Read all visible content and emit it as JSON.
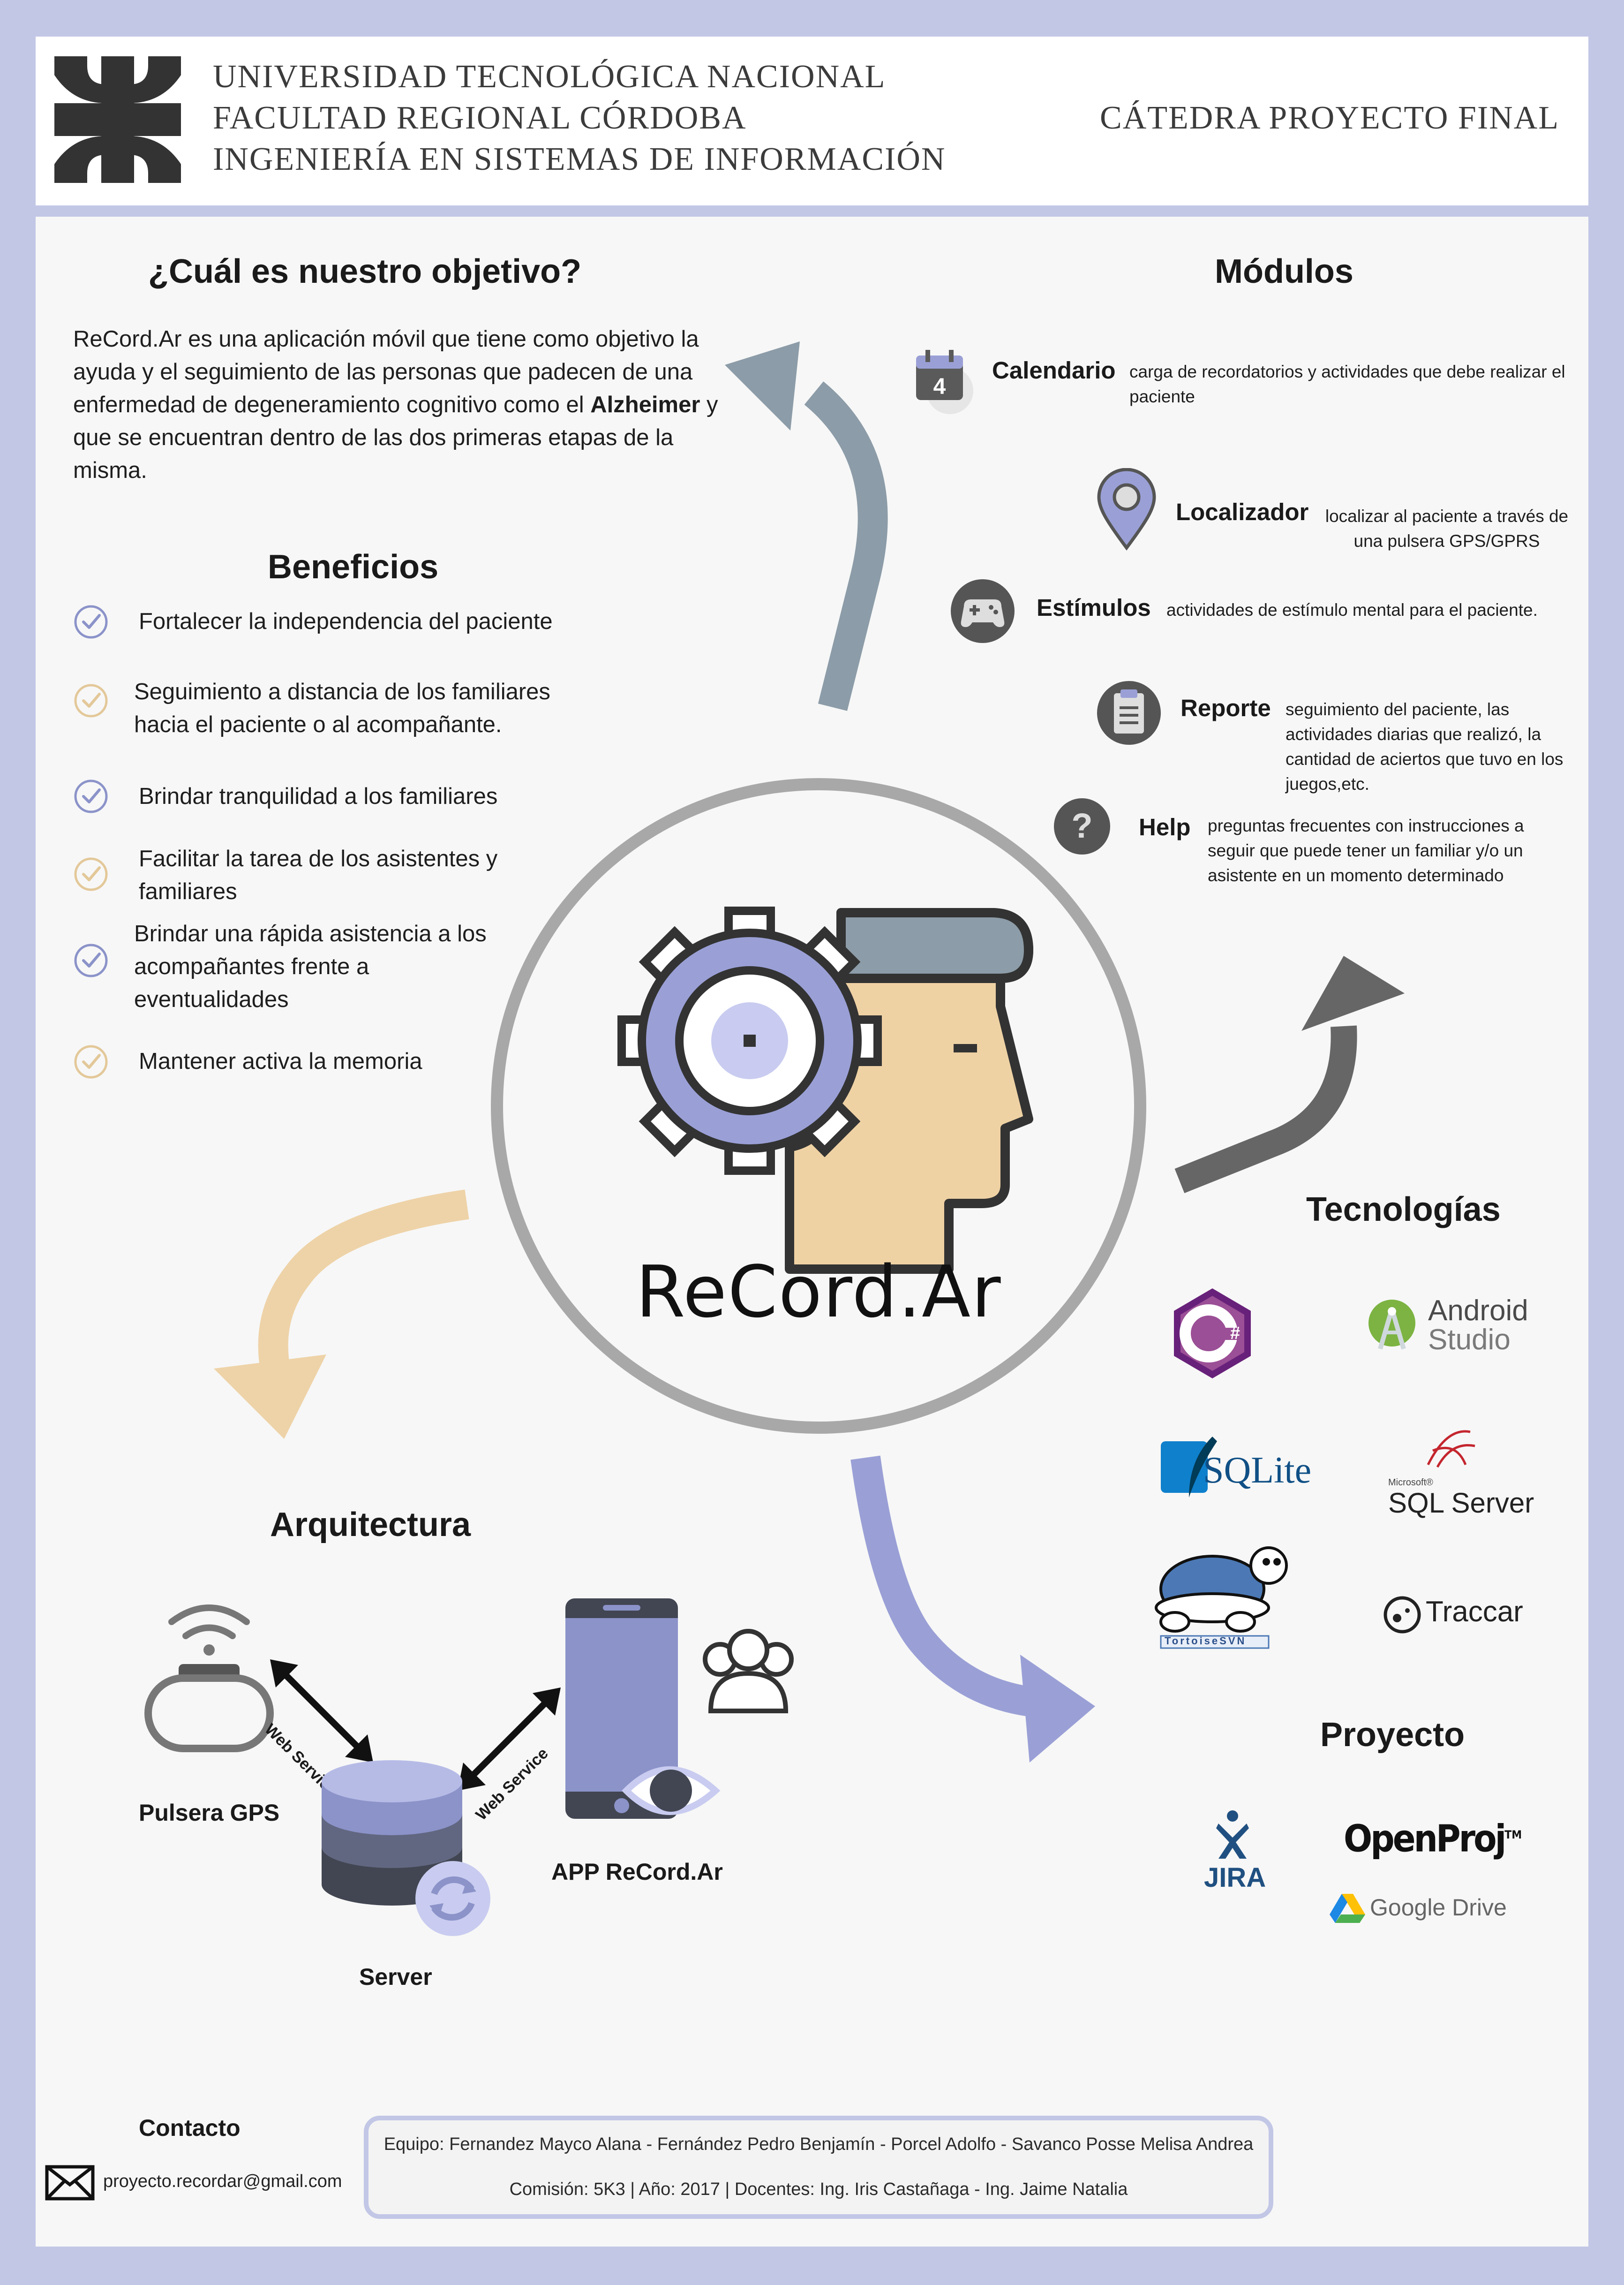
{
  "header": {
    "lines": [
      "UNIVERSIDAD TECNOLÓGICA NACIONAL",
      "FACULTAD REGIONAL CÓRDOBA",
      "INGENIERÍA EN SISTEMAS DE INFORMACIÓN"
    ],
    "right": "CÁTEDRA PROYECTO FINAL"
  },
  "objective": {
    "title": "¿Cuál es nuestro objetivo?",
    "text_before": "ReCord.Ar es una aplicación móvil que tiene como objetivo la ayuda y el seguimiento de las personas que padecen de una enfermedad de degeneramiento cognitivo como el",
    "bold": "Alzheimer",
    "text_after": "y que se encuentran dentro de las dos primeras etapas de la misma."
  },
  "benefits": {
    "title": "Beneficios",
    "items": [
      "Fortalecer la independencia del paciente",
      "Seguimiento a distancia de los familiares hacia el paciente o al acompañante.",
      "Brindar tranquilidad a los familiares",
      "Facilitar la tarea de los asistentes y familiares",
      "Brindar una rápida asistencia a los acompañantes frente a eventualidades",
      "Mantener activa la memoria"
    ]
  },
  "modules": {
    "title": "Módulos",
    "items": [
      {
        "name": "Calendario",
        "desc": "carga de recordatorios y actividades que debe realizar el paciente",
        "icon": "calendar-icon",
        "badge": "4"
      },
      {
        "name": "Localizador",
        "desc": "localizar al paciente a través de una pulsera GPS/GPRS",
        "icon": "map-pin-icon"
      },
      {
        "name": "Estímulos",
        "desc": "actividades de  estímulo mental para el paciente.",
        "icon": "gamepad-icon"
      },
      {
        "name": "Reporte",
        "desc": "seguimiento del paciente, las actividades diarias que realizó, la cantidad de aciertos que tuvo en los juegos,etc.",
        "icon": "clipboard-icon"
      },
      {
        "name": "Help",
        "desc": "preguntas frecuentes con instrucciones a seguir que puede tener un familiar y/o un asistente  en un momento determinado",
        "icon": "question-icon"
      }
    ]
  },
  "center": {
    "brand": "ReCord.Ar"
  },
  "technologies": {
    "title": "Tecnologías",
    "logos": [
      {
        "name": "C#",
        "icon": "csharp-logo"
      },
      {
        "name": "Android",
        "name2": "Studio",
        "icon": "android-studio-logo"
      },
      {
        "name": "SQLite",
        "icon": "sqlite-logo"
      },
      {
        "name": "SQL Server",
        "small": "Microsoft®",
        "icon": "sql-server-logo"
      },
      {
        "name": "TortoiseSVN",
        "icon": "tortoisesvn-logo"
      },
      {
        "name": "Traccar",
        "icon": "traccar-logo"
      }
    ]
  },
  "project": {
    "title": "Proyecto",
    "logos": [
      {
        "name": "JIRA",
        "icon": "jira-logo"
      },
      {
        "name": "OpenProj",
        "tm": "TM",
        "icon": "openproj-logo"
      },
      {
        "name": "Google Drive",
        "icon": "google-drive-logo"
      }
    ]
  },
  "architecture": {
    "title": "Arquitectura",
    "gps": "Pulsera GPS",
    "server": "Server",
    "app": "APP ReCord.Ar",
    "ws_left": "Web Service",
    "ws_right": "Web Service"
  },
  "contact": {
    "title": "Contacto",
    "email": "proyecto.recordar@gmail.com",
    "icon": "envelope-icon"
  },
  "footer": {
    "team": "Equipo: Fernandez Mayco Alana - Fernández Pedro Benjamín - Porcel Adolfo - Savanco Posse Melisa Andrea",
    "course": "Comisión: 5K3 | Año: 2017 | Docentes: Ing. Iris Castañaga - Ing. Jaime Natalia"
  },
  "colors": {
    "frame": "#c3c7e6",
    "lavender": "#9aa0d6",
    "blue_grey": "#8c9ca8",
    "peach": "#eed3a8",
    "dark_grey": "#5f5f5f"
  }
}
